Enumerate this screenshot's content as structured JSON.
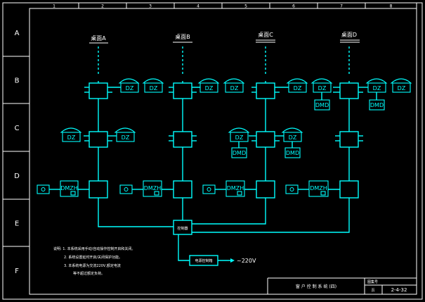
{
  "grid": {
    "rows": [
      "A",
      "B",
      "C",
      "D",
      "E",
      "F"
    ],
    "cols": [
      "1",
      "2",
      "3",
      "4",
      "5",
      "6",
      "7",
      "8"
    ]
  },
  "zones": [
    "桌面A",
    "桌面B",
    "桌面C",
    "桌面D"
  ],
  "labels": {
    "dz": "DZ",
    "dmd": "DMD",
    "dmzh": "DMZH",
    "controller": "控制器",
    "power_box": "电源控制箱",
    "voltage": "~220V"
  },
  "notes": [
    "说明: 1. 本系统采用手动/自动操作控制开启和关闭。",
    "2. 系统设置延时开启/关闭保护功能。",
    "3. 本系统电源为交流220V,额定电流"
  ],
  "notes_tail": "等不超过额定负荷。",
  "title_block": {
    "title": "窗 户 控 制 系 统 (四)",
    "sheet_label": "图集号",
    "page_label": "页",
    "code": "2-4-32"
  },
  "colors": {
    "line": "#00ffff",
    "frame": "#ffffff",
    "background": "#000000"
  }
}
